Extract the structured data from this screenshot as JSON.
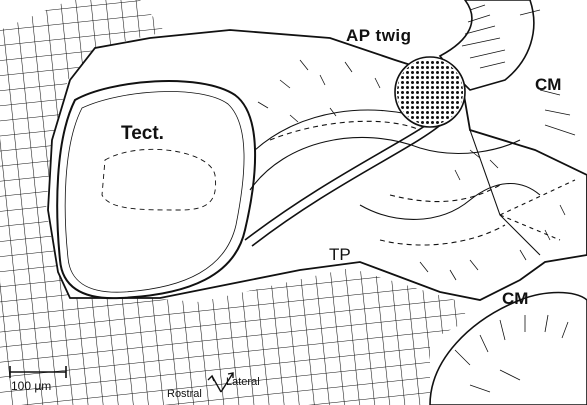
{
  "labels": {
    "tectum": "Tect.",
    "ap_twig": "AP twig",
    "cm_upper": "CM",
    "cm_lower": "CM",
    "tp": "TP"
  },
  "scale_bar": {
    "text": "100 µm"
  },
  "orientation": {
    "rostral": "Rostral",
    "lateral": "Lateral"
  },
  "colors": {
    "ink": "#111111",
    "background": "#ffffff"
  }
}
